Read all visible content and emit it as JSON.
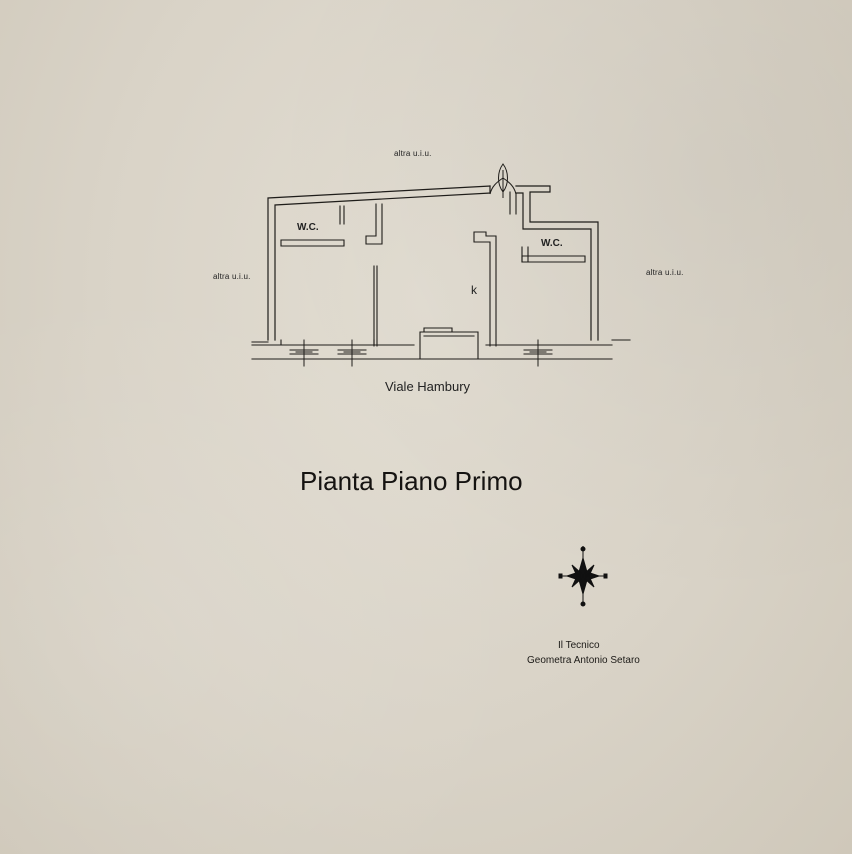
{
  "plan": {
    "labels": {
      "top": "altra u.i.u.",
      "left": "altra u.i.u.",
      "right": "altra u.i.u.",
      "wc_left": "W.C.",
      "wc_right": "W.C.",
      "kitchen": "k"
    },
    "street": "Viale Hambury"
  },
  "title": "Pianta Piano Primo",
  "signature": {
    "role": "Il Tecnico",
    "name": "Geometra Antonio Setaro"
  },
  "icons": {
    "tree": "tree-icon",
    "compass": "compass-rose-icon"
  }
}
